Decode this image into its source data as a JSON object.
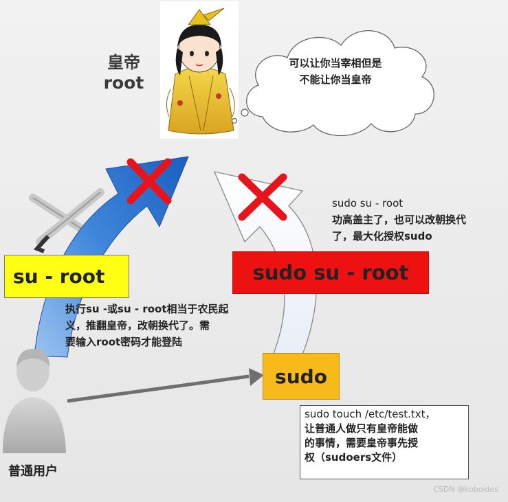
{
  "emperor": {
    "line1": "皇帝",
    "line2": "root"
  },
  "cloud": {
    "line1": "可以让你当宰相但是",
    "line2": "不能让你当皇帝"
  },
  "boxes": {
    "su": "su  -  root",
    "sudo_su": "sudo  su  -  root",
    "sudo": "sudo"
  },
  "notes": {
    "su": {
      "line1": "执行su -或su - root相当于农民起",
      "line2": "义，推翻皇帝，改朝换代了。需",
      "line3": "要输入root密码才能登陆"
    },
    "sudo_su": {
      "line1": "sudo  su  -  root",
      "line2": "功高盖主了，也可以改朝换代",
      "line3": "了，最大化授权sudo"
    },
    "sudo": {
      "line1": "sudo touch /etc/test.txt，",
      "line2": "让普通人做只有皇帝能做",
      "line3": "的事情，需要皇帝事先授",
      "line4": "权（sudoers文件）"
    }
  },
  "user": {
    "label": "普通用户"
  },
  "watermark": "CSDN @koboides",
  "colors": {
    "su_box": "#ffff14",
    "sudo_su_box": "#ee1111",
    "sudo_box": "#f6ba1a",
    "blue_arrow": "#2e6fc9",
    "x_mark": "#e8141c"
  }
}
